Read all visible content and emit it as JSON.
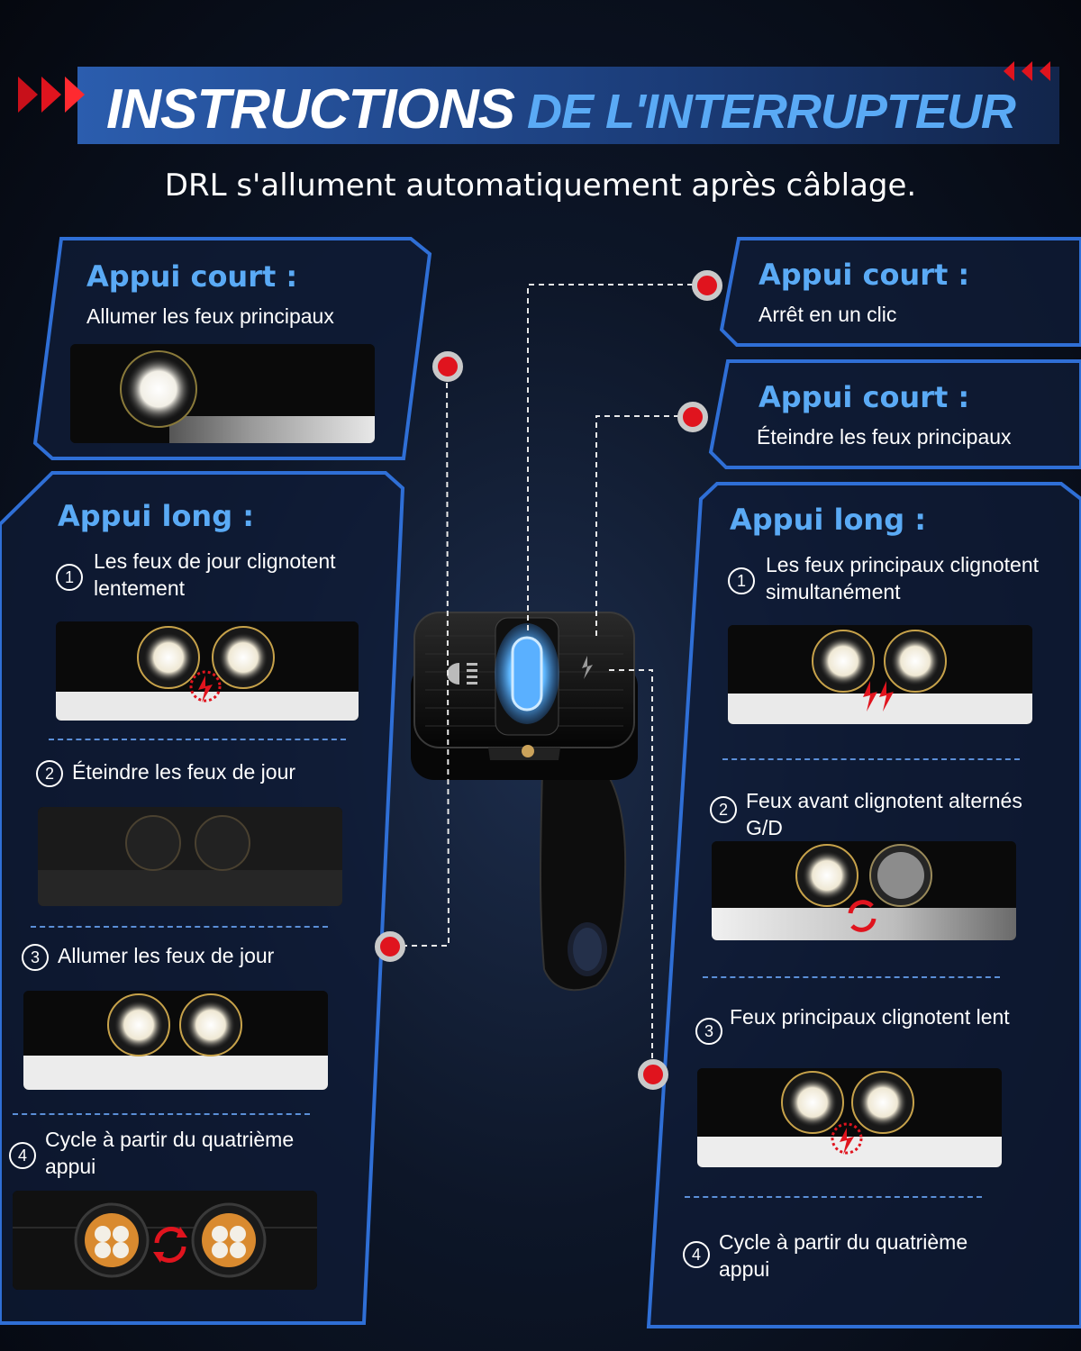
{
  "header": {
    "title_part1": "INSTRUCTIONS",
    "title_part2": "DE L'INTERRUPTEUR",
    "subtitle": "DRL s'allument automatiquement après câblage."
  },
  "left": {
    "short_press": {
      "heading": "Appui court :",
      "text": "Allumer les feux principaux"
    },
    "long_press": {
      "heading": "Appui long :",
      "steps": [
        {
          "num": "1",
          "text": "Les feux de jour clignotent lentement"
        },
        {
          "num": "2",
          "text": "Éteindre les feux de jour"
        },
        {
          "num": "3",
          "text": "Allumer les feux de jour"
        },
        {
          "num": "4",
          "text": "Cycle à partir du quatrième appui"
        }
      ]
    }
  },
  "right": {
    "short_press_1": {
      "heading": "Appui court :",
      "text": "Arrêt en un clic"
    },
    "short_press_2": {
      "heading": "Appui court :",
      "text": "Éteindre les feux principaux"
    },
    "long_press": {
      "heading": "Appui long :",
      "steps": [
        {
          "num": "1",
          "text": "Les feux principaux clignotent simultanément"
        },
        {
          "num": "2",
          "text": "Feux avant clignotent alternés G/D"
        },
        {
          "num": "3",
          "text": "Feux principaux clignotent lent"
        },
        {
          "num": "4",
          "text": "Cycle à partir du quatrième appui"
        }
      ]
    }
  },
  "colors": {
    "accent_blue": "#5aaaf5",
    "frame_blue": "#2f6fd6",
    "marker_red": "#e0141e"
  },
  "icons": [
    "arrows-right-icon",
    "arrows-left-icon",
    "switch-device",
    "headlight-icon",
    "flash-icon",
    "cycle-icon"
  ]
}
